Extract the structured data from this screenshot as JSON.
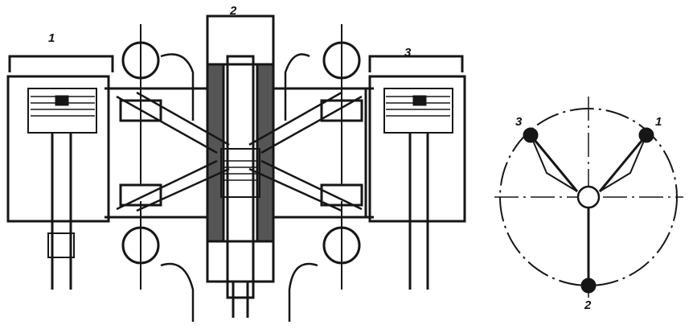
{
  "engine_section": {
    "labels": [
      "1",
      "2",
      "3"
    ]
  },
  "crank_diagram": {
    "labels": [
      "3",
      "1",
      "2"
    ]
  },
  "colors": {
    "ink": "#161616",
    "paper": "#ffffff"
  }
}
